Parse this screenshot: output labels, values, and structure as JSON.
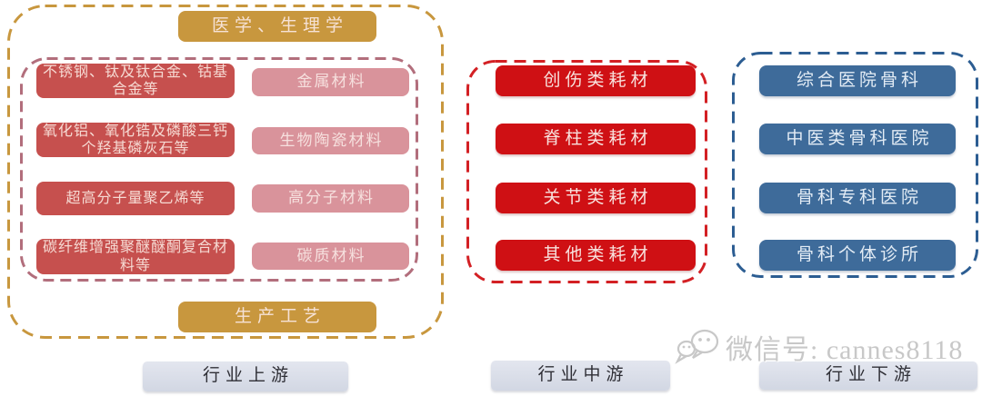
{
  "upstream": {
    "top_button": "医学、生理学",
    "bottom_button": "生产工艺",
    "rows": [
      {
        "material": "不锈钢、钛及钛合金、钴基合金等",
        "category": "金属材料"
      },
      {
        "material": "氧化铝、氧化锆及磷酸三钙个羟基磷灰石等",
        "category": "生物陶瓷材料"
      },
      {
        "material": "超高分子量聚乙烯等",
        "category": "高分子材料"
      },
      {
        "material": "碳纤维增强聚醚醚酮复合材料等",
        "category": "碳质材料"
      }
    ],
    "label": "行业上游"
  },
  "midstream": {
    "items": [
      "创伤类耗材",
      "脊柱类耗材",
      "关节类耗材",
      "其他类耗材"
    ],
    "label": "行业中游"
  },
  "downstream": {
    "items": [
      "综合医院骨科",
      "中医类骨科医院",
      "骨科专科医院",
      "骨科个体诊所"
    ],
    "label": "行业下游"
  },
  "watermark": {
    "icon": "wechat-icon",
    "text": "微信号: cannes8118"
  },
  "colors": {
    "gold": "#C8973E",
    "material_red": "#C6504E",
    "category_pink": "#D9939B",
    "mauve_dash": "#B26E7C",
    "bright_red": "#CF1014",
    "red_dash": "#D32024",
    "blue": "#3E6B9A",
    "blue_dash": "#2C5D92",
    "stage_label_bg": "#D8DCE7",
    "watermark_gray": "#C8C8C8"
  }
}
